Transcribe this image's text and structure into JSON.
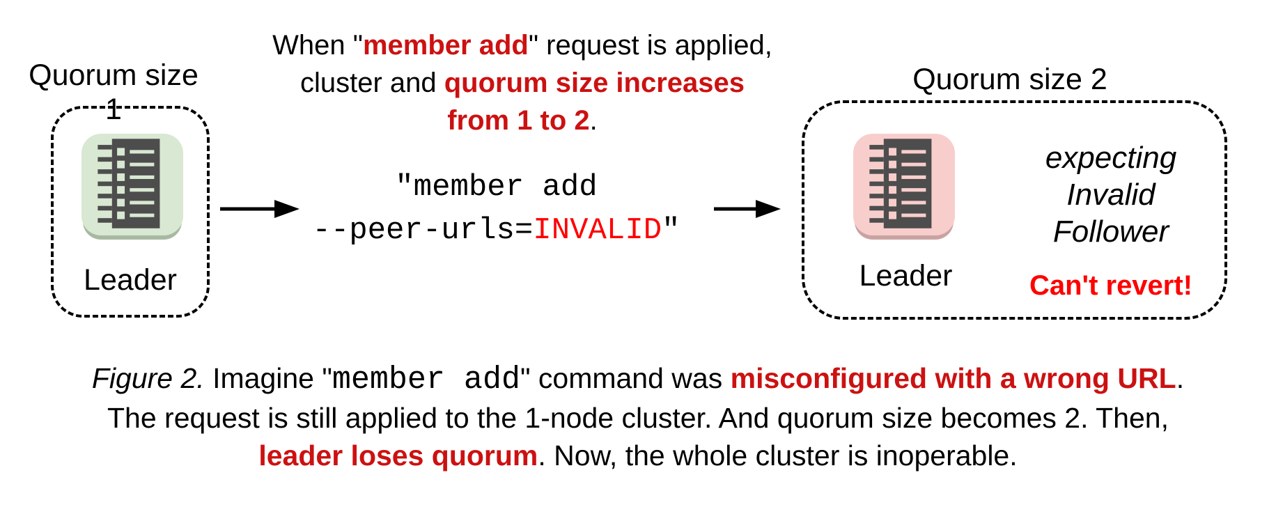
{
  "figure": {
    "left_cluster": {
      "title": "Quorum size 1",
      "node_label": "Leader"
    },
    "right_cluster": {
      "title": "Quorum size 2",
      "node_label": "Leader",
      "expecting": [
        "expecting",
        "Invalid",
        "Follower"
      ],
      "warning": "Can't revert!"
    },
    "note": {
      "line1_pre": "When \"",
      "line1_em": "member add",
      "line1_post": "\" request is applied,",
      "line2_pre": "cluster and ",
      "line2_em": "quorum size increases",
      "line3_em": "from 1 to 2",
      "line3_post": "."
    },
    "command": {
      "line1": "\"member add",
      "line2_pre": "--peer-urls=",
      "line2_invalid": "INVALID",
      "line2_post": "\""
    }
  },
  "caption": {
    "figure_label": "Figure 2.",
    "l1_a": " Imagine \"",
    "l1_code": "member add",
    "l1_b": "\" command was ",
    "l1_em": "misconfigured with a wrong URL",
    "l1_c": ".",
    "l2": "The request is still applied to the 1-node cluster. And quorum size becomes 2. Then,",
    "l3_em": "leader loses quorum",
    "l3_rest": ". Now, the whole cluster is inoperable."
  },
  "icons": {
    "server": "server-rack-icon",
    "arrow": "arrow-right-icon"
  },
  "colors": {
    "dark_red": "#cc1111",
    "bright_red": "#ff0000",
    "green_fill": "#d8e8d2",
    "green_shadow": "#a8b9a1",
    "pink_fill": "#f8cecc",
    "pink_shadow": "#c9a3a2",
    "icon_dark": "#4d4d4d"
  }
}
